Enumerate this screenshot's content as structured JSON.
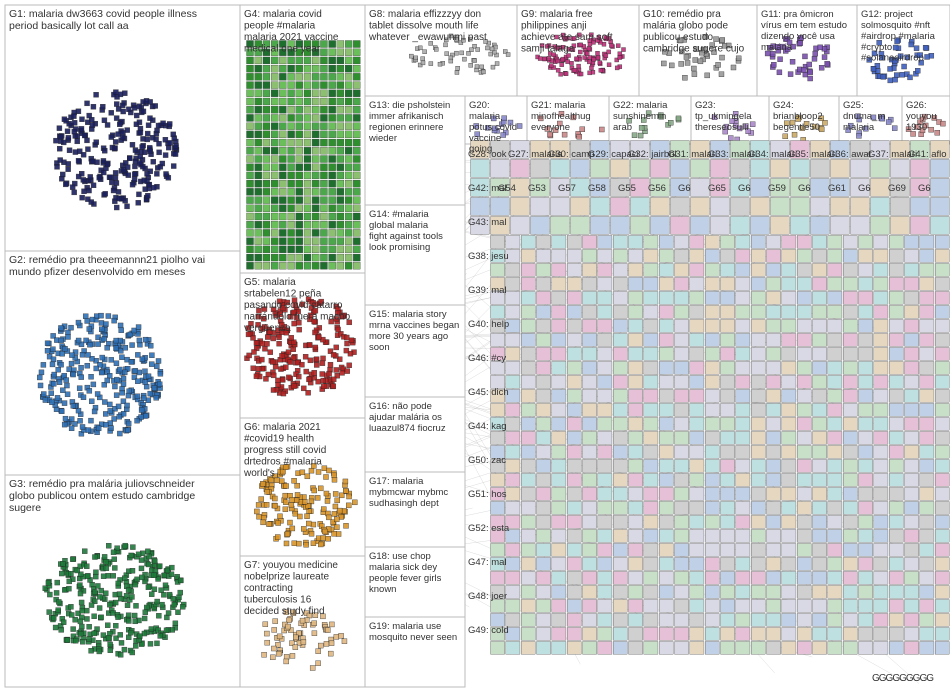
{
  "groups": [
    {
      "id": "G1",
      "label": "G1: malaria dw3663 covid people illness period basically lot call aa",
      "color": "#1a1f5e"
    },
    {
      "id": "G2",
      "label": "G2: remédio pra theeemannn21 piolho vai mundo pfizer desenvolvido em meses",
      "color": "#2e6fb5"
    },
    {
      "id": "G3",
      "label": "G3: remédio pra malária juliovschneider globo publicou ontem estudo cambridge sugere",
      "color": "#1e7a3a"
    },
    {
      "id": "G4",
      "label": "G4: malaria covid people #malaria malaria 2021 vaccine medical one year",
      "color": "#3a9a3a"
    },
    {
      "id": "G5",
      "label": "G5: malaria srtabelen12 peña pasando covid catarro narrándolo fuera macho vergüenza",
      "color": "#b02020"
    },
    {
      "id": "G6",
      "label": "G6: malaria 2021 #covid19 health progress still covid drtedros #malaria world's",
      "color": "#e6a020"
    },
    {
      "id": "G7",
      "label": "G7: youyou medicine nobelprize laureate contracting tuberculosis 16 decided study find",
      "color": "#8aa0c0"
    },
    {
      "id": "G8",
      "label": "G8: malaria effizzzyy don tablet dissolve mouth life whatever _ewawunmi past",
      "color": "#909090"
    },
    {
      "id": "G9",
      "label": "G9: malaria free philippines anji achieve ate sam soft samji talaga",
      "color": "#c0307a"
    },
    {
      "id": "G10",
      "label": "G10: remédio pra malária globo pode publicou estudo cambridge sugere cujo",
      "color": "#a0a0a0"
    },
    {
      "id": "G11",
      "label": "G11: pra ômicron vírus em tem estudo dizendo você usa malária",
      "color": "#7040a0"
    },
    {
      "id": "G12",
      "label": "G12: project solmosquito #nft #airdrop #malaria #crypto #solanaairdrop",
      "color": "#4060c0"
    },
    {
      "id": "G13",
      "label": "G13: die psholstein immer afrikanisch regionen erinnere wieder",
      "color": "#808080"
    },
    {
      "id": "G14",
      "label": "G14: #malaria global malaria fight against tools look promising",
      "color": "#808080"
    },
    {
      "id": "G15",
      "label": "G15: malaria story mrna vaccines began more 30 years ago soon",
      "color": "#808080"
    },
    {
      "id": "G16",
      "label": "G16: não pode ajudar malária os luaazul874 fiocruz",
      "color": "#808080"
    },
    {
      "id": "G17",
      "label": "G17: malaria mybmcwar mybmc sudhasingh dept",
      "color": "#808080"
    },
    {
      "id": "G18",
      "label": "G18: use chop malaria sick dey people fever girls known",
      "color": "#808080"
    },
    {
      "id": "G19",
      "label": "G19: malaria use mosquito never seen",
      "color": "#808080"
    },
    {
      "id": "G20",
      "label": "G20: malaria potus covid vaccine going",
      "color": "#808080"
    },
    {
      "id": "G21",
      "label": "G21: malaria minofhealthug everyone",
      "color": "#808080"
    },
    {
      "id": "G22",
      "label": "G22: malaria sunshinemin arab",
      "color": "#808080"
    },
    {
      "id": "G23",
      "label": "G23: tp_ukmingela thereseosulli",
      "color": "#808080"
    },
    {
      "id": "G24",
      "label": "G24: brianbloop2 begentle50",
      "color": "#808080"
    },
    {
      "id": "G25",
      "label": "G25: dnuma_m malaria",
      "color": "#808080"
    },
    {
      "id": "G26",
      "label": "G26: youyou 1930",
      "color": "#808080"
    }
  ],
  "small_row_a": [
    "G28: ook",
    "G27: malaria",
    "G30: camp",
    "G29: capaci",
    "G32: jairbol",
    "G31: malari",
    "G33: malari",
    "G34: malari",
    "G35: malari",
    "G36: awar",
    "G37: malari",
    "G41: aflo"
  ],
  "small_row_b": [
    "G42: mal",
    "G54",
    "G53",
    "G57",
    "G58",
    "G55",
    "G56",
    "G6",
    "G65",
    "G6",
    "G59",
    "G6",
    "G61",
    "G6",
    "G69",
    "G6"
  ],
  "left_col": [
    "G43: mal",
    "G38: jesu",
    "G39: mal",
    "G40: help",
    "G46: #cy",
    "G45: dich",
    "G44: kag",
    "G50: zac",
    "G51: hos",
    "G52: esta",
    "G47: mal",
    "G48: joer",
    "G49: cold"
  ],
  "footer": "GGGGGGGGG"
}
